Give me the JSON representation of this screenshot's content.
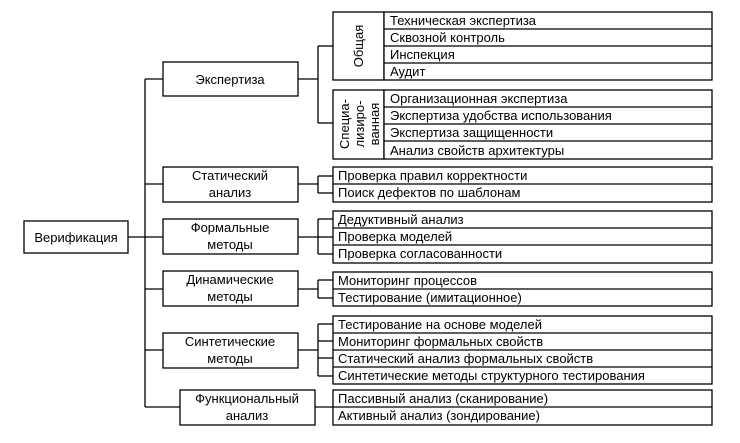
{
  "root": "Верификация",
  "categories": {
    "expert": "Экспертиза",
    "static_1": "Статический",
    "static_2": "анализ",
    "formal_1": "Формальные",
    "formal_2": "методы",
    "dynamic_1": "Динамические",
    "dynamic_2": "методы",
    "synth_1": "Синтетические",
    "synth_2": "методы",
    "func_1": "Функциональный",
    "func_2": "анализ"
  },
  "subgroups": {
    "general": "Общая",
    "special_1": "Специа-",
    "special_2": "лизиро-",
    "special_3": "ванная"
  },
  "items": {
    "general": [
      "Техническая экспертиза",
      "Сквозной контроль",
      "Инспекция",
      "Аудит"
    ],
    "special": [
      "Организационная экспертиза",
      "Экспертиза удобства использования",
      "Экспертиза защищенности",
      "Анализ свойств архитектуры"
    ],
    "static": [
      "Проверка правил корректности",
      "Поиск дефектов по шаблонам"
    ],
    "formal": [
      "Дедуктивный анализ",
      "Проверка моделей",
      "Проверка согласованности"
    ],
    "dynamic": [
      "Мониторинг процессов",
      "Тестирование (имитационное)"
    ],
    "synth": [
      "Тестирование на основе моделей",
      "Мониторинг формальных свойств",
      "Статический анализ формальных свойств",
      "Синтетические методы структурного тестирования"
    ],
    "func": [
      "Пассивный анализ (сканирование)",
      "Активный анализ (зондирование)"
    ]
  }
}
